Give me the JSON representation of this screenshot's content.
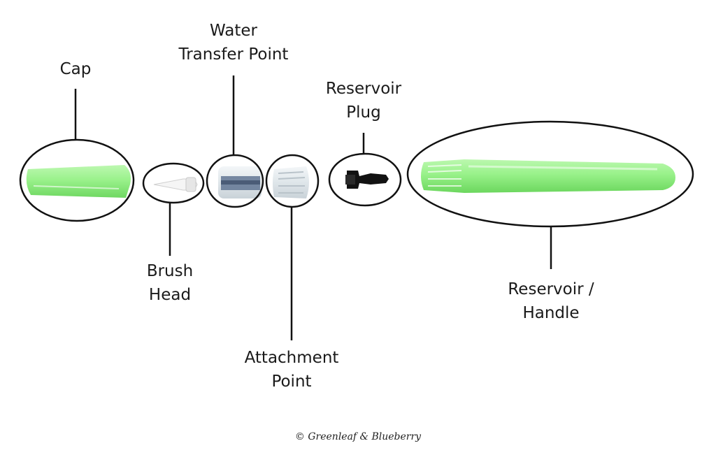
{
  "labels": {
    "cap": "Cap",
    "water_transfer_point": "Water\nTransfer Point",
    "reservoir_plug": "Reservoir\nPlug",
    "brush_head": "Brush\nHead",
    "attachment_point": "Attachment\nPoint",
    "reservoir_handle": "Reservoir /\nHandle"
  },
  "credit": "© Greenleaf & Blueberry",
  "colors": {
    "outline": "#111111",
    "part_green": "#8ff07f",
    "part_green_dark": "#63d957",
    "plug_black": "#121212",
    "brush_white": "#f4f4f4",
    "transfer_blue": "#5a6f8f"
  }
}
